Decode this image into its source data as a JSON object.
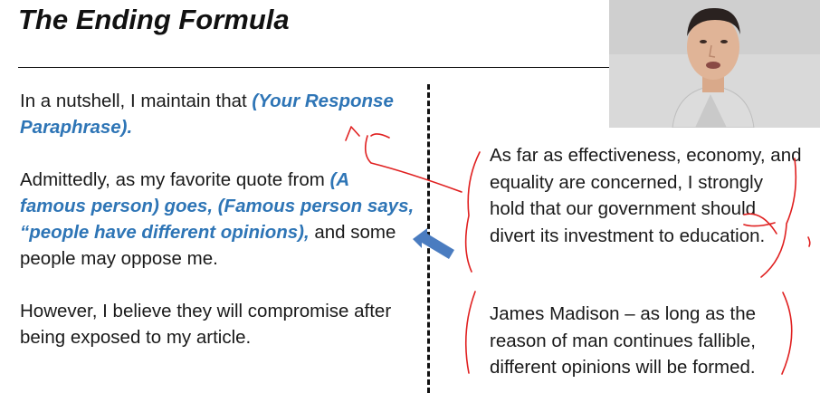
{
  "slide": {
    "title": "The Ending Formula",
    "left": {
      "p1_text": "In a nutshell, I maintain that ",
      "p1_highlight": "(Your Response Paraphrase).",
      "p2_text": "Admittedly, as my favorite quote from ",
      "p2_highlight1": "(A famous person) goes",
      "p2_comma": ", ",
      "p2_highlight2": "(Famous person says, “people have different opinions),",
      "p2_tail": " and some people may oppose me.",
      "p3_text": "However, I believe they will compromise after being exposed to my article."
    },
    "right": {
      "example1": "As far as effectiveness, economy, and equality are concerned, I strongly hold that our government should divert its investment to education.",
      "example2": "James Madison – as long as the reason of man continues fallible, different opinions will be formed."
    }
  },
  "colors": {
    "highlight": "#2e75b6",
    "annotation_red": "#e02020",
    "arrow_blue": "#4a7cc0"
  }
}
